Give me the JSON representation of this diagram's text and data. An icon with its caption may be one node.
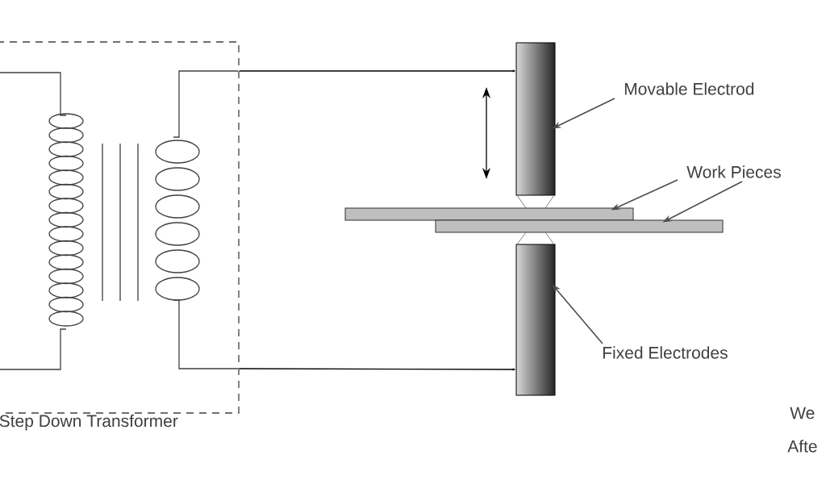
{
  "diagram": {
    "nodes": [
      {
        "text": [
          "Step Down Transformer"
        ]
      },
      {
        "text": [
          "Movable Electrod"
        ]
      },
      {
        "text": [],
        "shape": "cylinder"
      },
      {
        "text": [
          "Work Pieces"
        ]
      },
      {
        "text": [],
        "shape": "bar"
      },
      {
        "text": [],
        "shape": "bar"
      },
      {
        "text": [],
        "shape": "cylinder"
      },
      {
        "text": [
          "Fixed Electrodes"
        ]
      }
    ],
    "edges": [
      {
        "from": 0,
        "to": 2,
        "arrow": "to"
      },
      {
        "from": 0,
        "to": 6,
        "arrow": "to"
      },
      {
        "from": 1,
        "to": 2,
        "arrow": "to"
      },
      {
        "from": 3,
        "to": 4,
        "arrow": "to"
      },
      {
        "from": 3,
        "to": 5,
        "arrow": "to"
      },
      {
        "from": 7,
        "to": 6,
        "arrow": "to"
      }
    ],
    "labels": [
      "We",
      "Afte"
    ]
  }
}
